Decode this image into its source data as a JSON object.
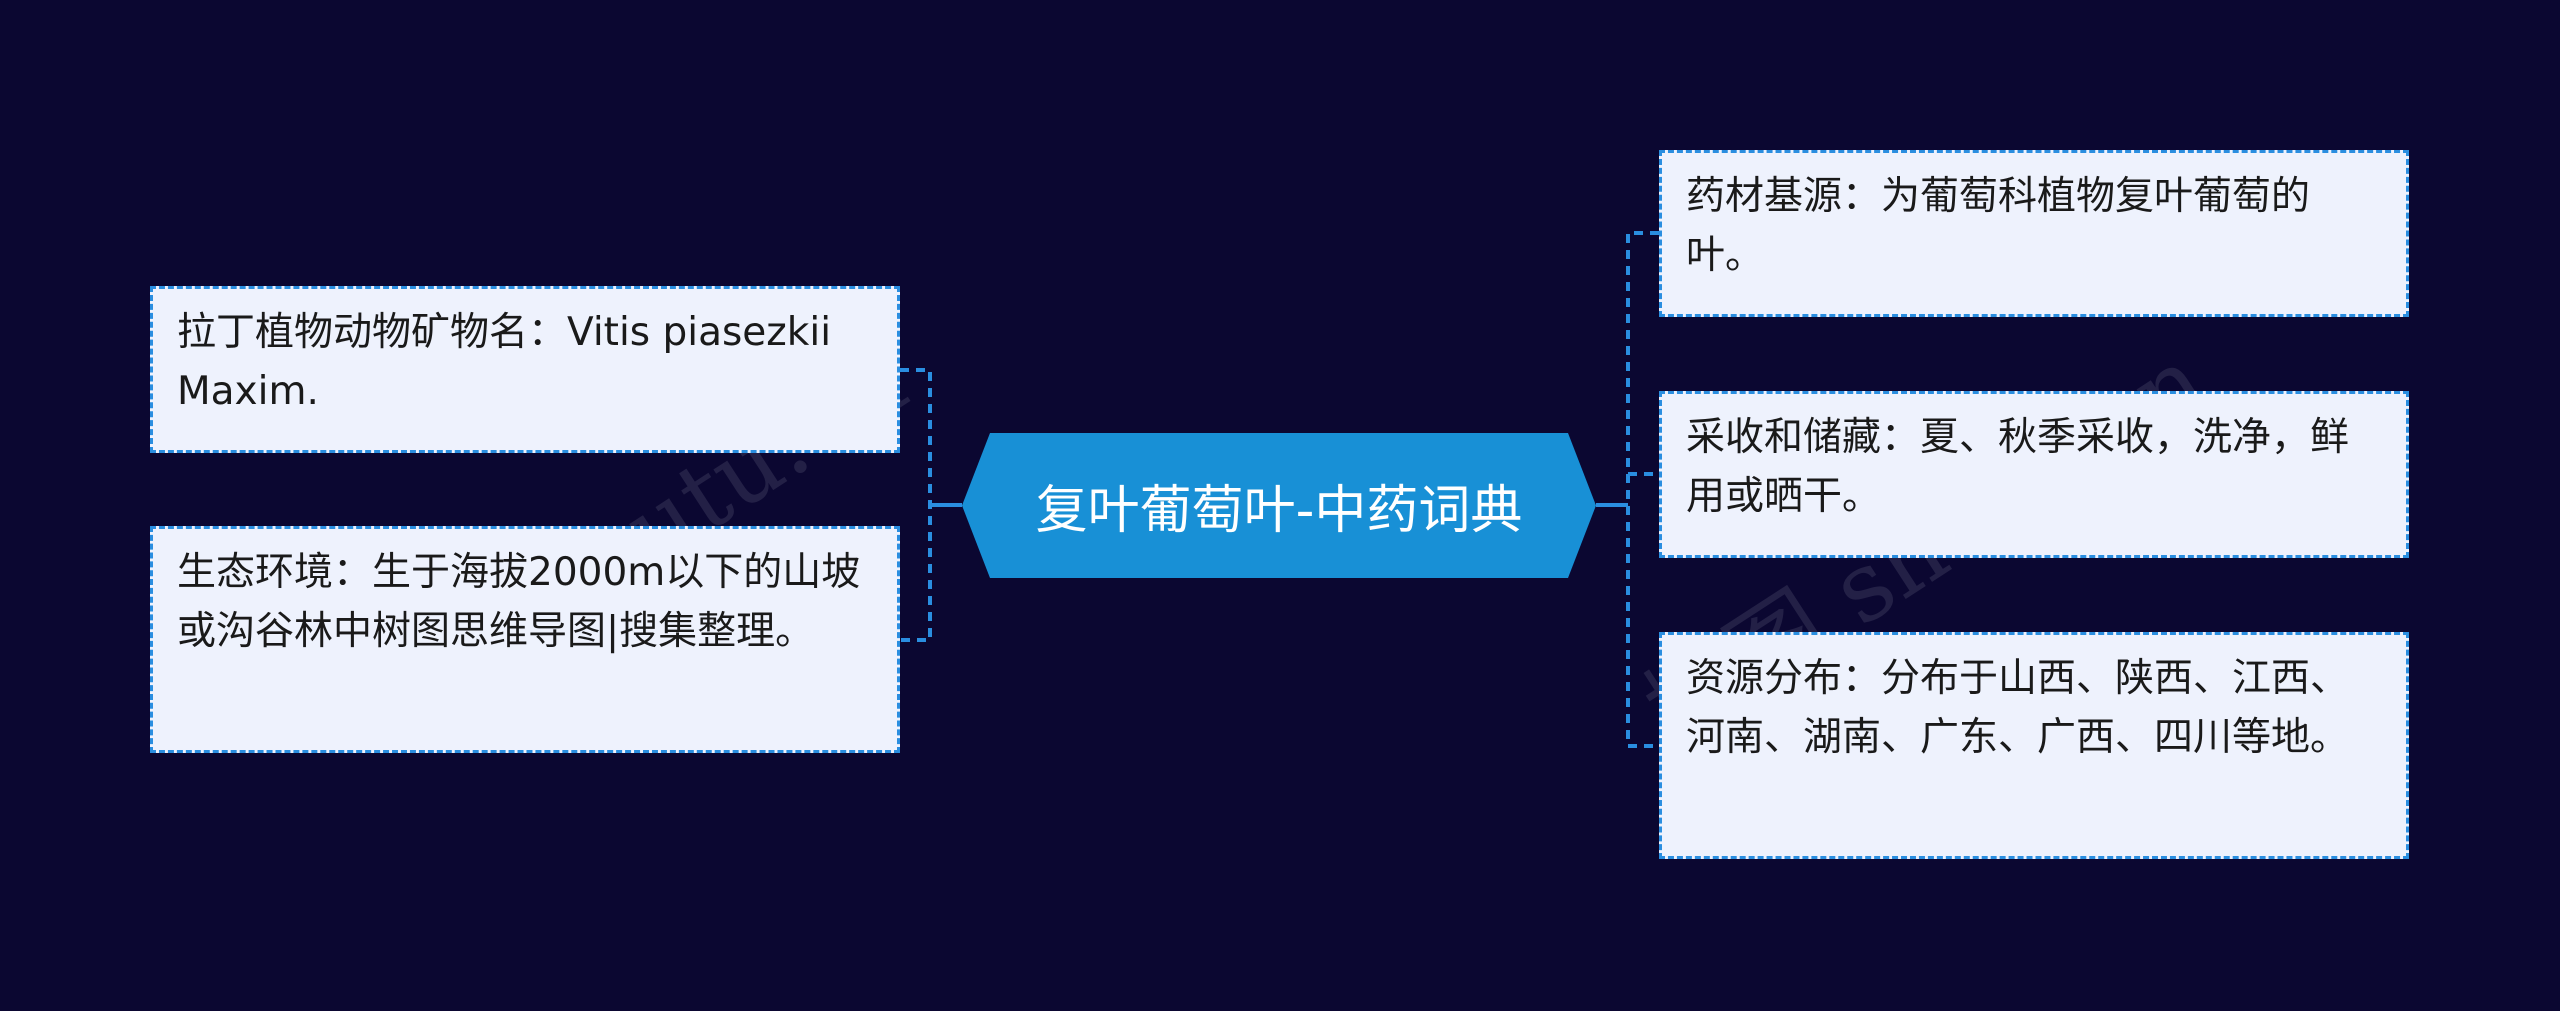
{
  "central_topic": "复叶葡萄叶-中药词典",
  "left_branches": [
    {
      "id": "latin",
      "text": "拉丁植物动物矿物名：Vitis piasezkii Maxim."
    },
    {
      "id": "ecology",
      "text": "生态环境：生于海拔2000m以下的山坡或沟谷林中树图思维导图|搜集整理。"
    }
  ],
  "right_branches": [
    {
      "id": "source",
      "text": "药材基源：为葡萄科植物复叶葡萄的叶。"
    },
    {
      "id": "harvest",
      "text": "采收和储藏：夏、秋季采收，洗净，鲜用或晒干。"
    },
    {
      "id": "distribution",
      "text": "资源分布：分布于山西、陕西、江西、河南、湖南、广东、广西、四川等地。"
    }
  ],
  "watermark": "树图 shutu.cn",
  "colors": {
    "background": "#0b0731",
    "central_fill": "#1890d6",
    "node_fill": "#eef2fd",
    "node_border": "#2a8ee0",
    "connector": "#2a8ee0"
  }
}
